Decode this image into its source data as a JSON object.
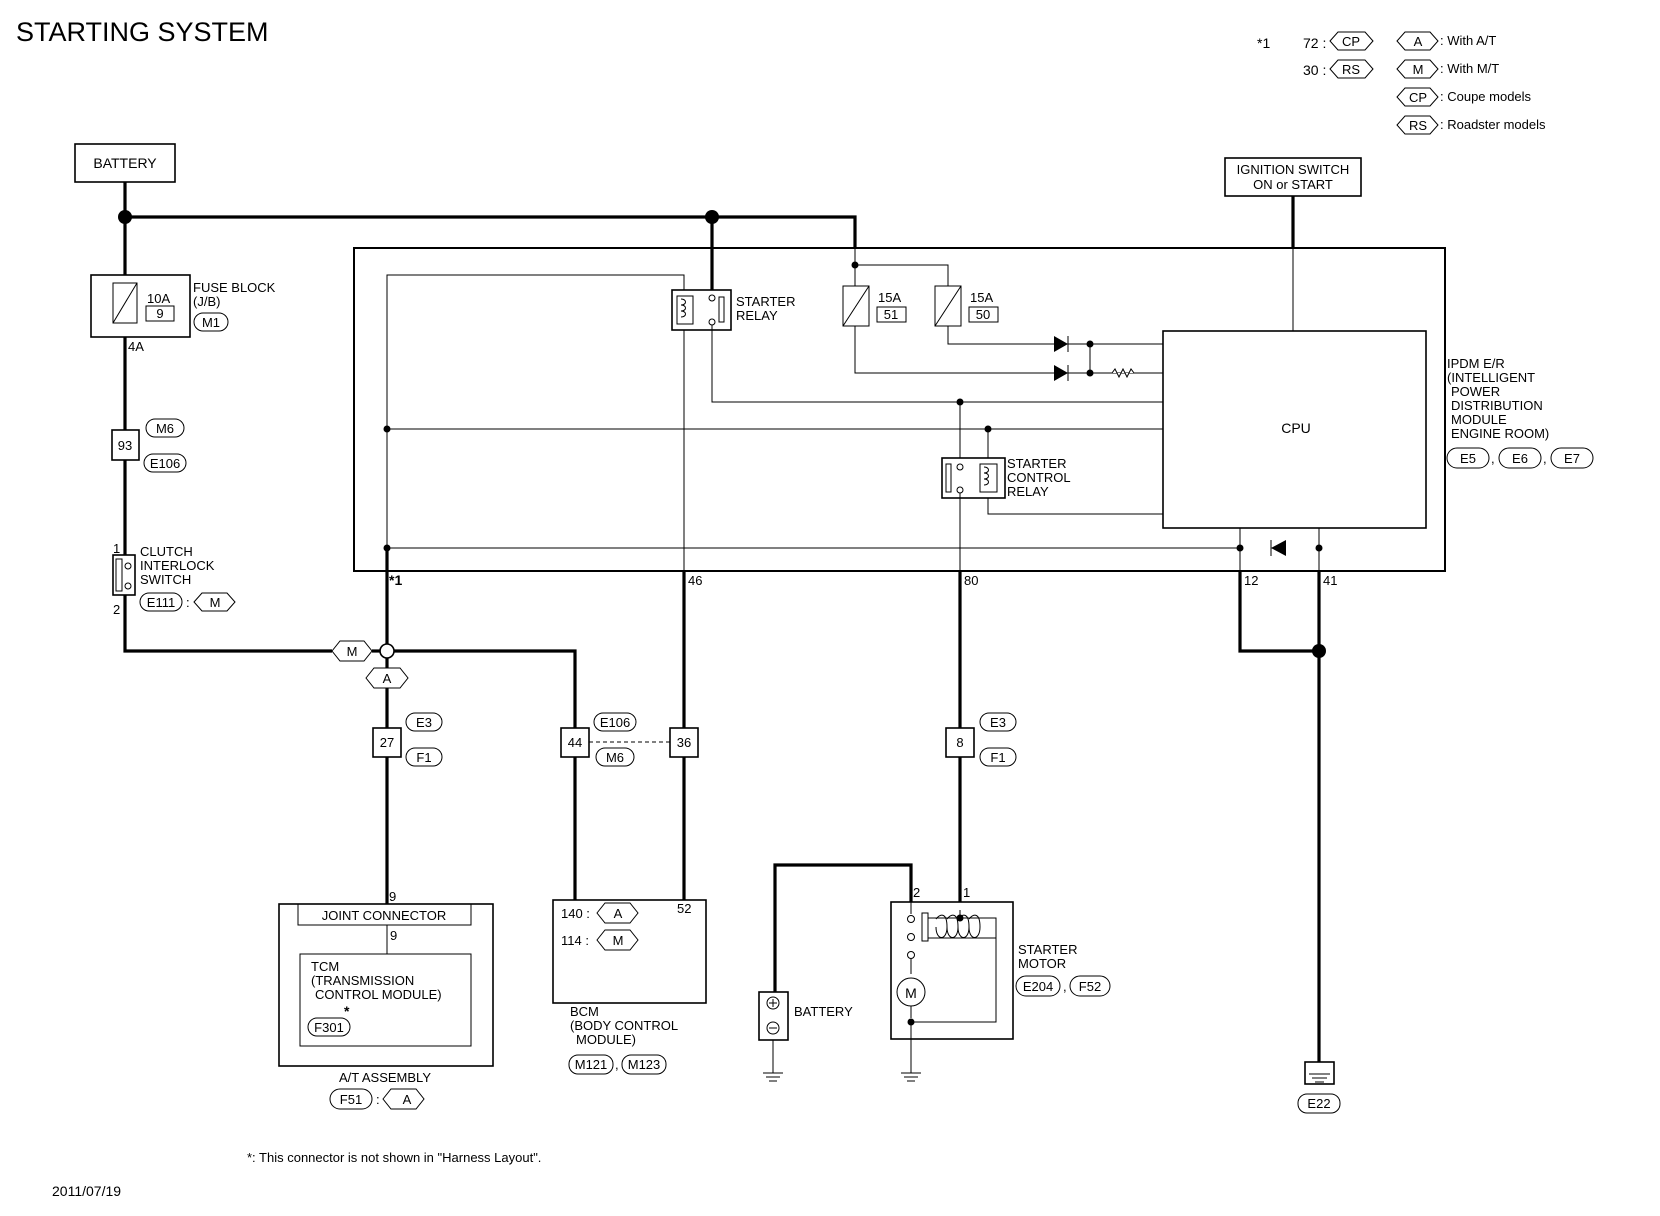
{
  "title": "STARTING SYSTEM",
  "date": "2011/07/19",
  "footnote": "*: This connector is not shown in \"Harness Layout\".",
  "note": {
    "star_label": "*1",
    "rows": [
      {
        "num": "72 :",
        "tag": "CP"
      },
      {
        "num": "30 :",
        "tag": "RS"
      }
    ]
  },
  "legend": [
    {
      "tag": "A",
      "text": ": With A/T"
    },
    {
      "tag": "M",
      "text": ": With M/T"
    },
    {
      "tag": "CP",
      "text": ": Coupe models"
    },
    {
      "tag": "RS",
      "text": ": Roadster models"
    }
  ],
  "battery_top": "BATTERY",
  "ignition": {
    "line1": "IGNITION SWITCH",
    "line2": "ON or START"
  },
  "fuse_block": {
    "amp": "10A",
    "num": "9",
    "line1": "FUSE BLOCK",
    "line2": "(J/B)",
    "conn": "M1",
    "pin": "4A"
  },
  "connector_93": {
    "num": "93",
    "c1": "M6",
    "c2": "E106"
  },
  "clutch": {
    "pin1": "1",
    "pin2": "2",
    "line1": "CLUTCH",
    "line2": "INTERLOCK",
    "line3": "SWITCH",
    "conn": "E111",
    "sep": ":",
    "tag": "M"
  },
  "starter_relay": {
    "line1": "STARTER",
    "line2": "RELAY"
  },
  "fuse_51": {
    "amp": "15A",
    "num": "51"
  },
  "fuse_50": {
    "amp": "15A",
    "num": "50"
  },
  "cpu": "CPU",
  "starter_control_relay": {
    "line1": "STARTER",
    "line2": "CONTROL",
    "line3": "RELAY"
  },
  "ipdm": {
    "lines": [
      "IPDM E/R",
      "(INTELLIGENT",
      "POWER",
      "DISTRIBUTION",
      "MODULE",
      "ENGINE ROOM)"
    ],
    "conns": [
      "E5",
      "E6",
      "E7"
    ],
    "comma": ","
  },
  "pins": {
    "p1": "*1",
    "p46": "46",
    "p80": "80",
    "p12": "12",
    "p41": "41"
  },
  "junction_tags": {
    "m": "M",
    "a": "A"
  },
  "conn_27": {
    "num": "27",
    "c1": "E3",
    "c2": "F1"
  },
  "conn_44": {
    "num": "44",
    "c1": "E106",
    "c2": "M6"
  },
  "conn_36": {
    "num": "36"
  },
  "conn_8": {
    "num": "8",
    "c1": "E3",
    "c2": "F1"
  },
  "at_assembly": {
    "pin_top": "9",
    "pin_joint": "9",
    "joint": "JOINT CONNECTOR",
    "tcm": [
      "TCM",
      "(TRANSMISSION",
      "CONTROL MODULE)"
    ],
    "tcm_conn": "F301",
    "star": "*",
    "label": "A/T ASSEMBLY",
    "conn": "F51",
    "sep": ":",
    "tag": "A"
  },
  "bcm": {
    "rows": [
      {
        "num": "140 :",
        "tag": "A"
      },
      {
        "num": "114 :",
        "tag": "M"
      }
    ],
    "pin52": "52",
    "lines": [
      "BCM",
      "(BODY CONTROL",
      "MODULE)"
    ],
    "conns": [
      "M121",
      "M123"
    ],
    "comma": ","
  },
  "battery_bottom": "BATTERY",
  "starter_motor": {
    "pin2": "2",
    "pin1": "1",
    "line1": "STARTER",
    "line2": "MOTOR",
    "conns": [
      "E204",
      "F52"
    ],
    "comma": ",",
    "motor": "M"
  },
  "ground": "E22"
}
